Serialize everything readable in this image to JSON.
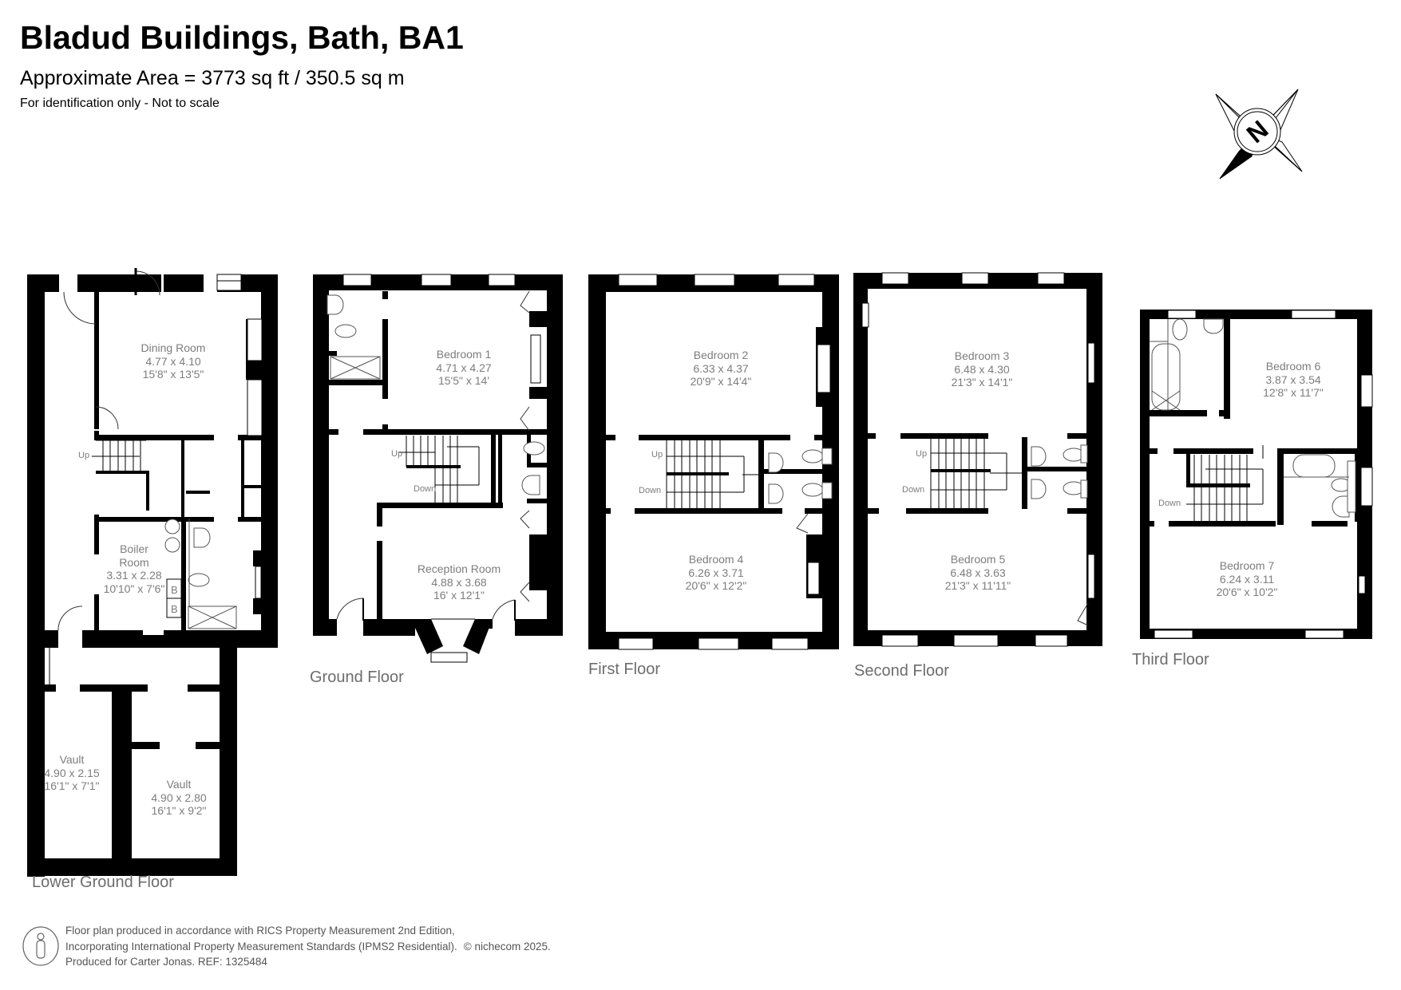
{
  "header": {
    "title": "Bladud Buildings, Bath, BA1",
    "area": "Approximate Area = 3773 sq ft / 350.5 sq m",
    "note": "For identification only - Not to scale"
  },
  "compass": {
    "icon": "north-compass-icon",
    "letter": "N"
  },
  "floors": {
    "lower_ground": {
      "label": "Lower Ground Floor",
      "rooms": [
        {
          "name": "Dining Room",
          "metric": "4.77 x 4.10",
          "imperial": "15'8\" x 13'5\""
        },
        {
          "name": "Boiler",
          "name2": "Room",
          "metric": "3.31 x 2.28",
          "imperial": "10'10\" x 7'6\""
        },
        {
          "name": "Vault",
          "metric": "4.90 x 2.15",
          "imperial": "16'1\" x 7'1\""
        },
        {
          "name": "Vault",
          "metric": "4.90 x 2.80",
          "imperial": "16'1\" x 9'2\""
        }
      ],
      "stairs": {
        "up": "Up"
      },
      "boiler_marks": [
        "B",
        "B"
      ]
    },
    "ground": {
      "label": "Ground Floor",
      "rooms": [
        {
          "name": "Bedroom 1",
          "metric": "4.71 x 4.27",
          "imperial": "15'5\" x 14'"
        },
        {
          "name": "Reception Room",
          "metric": "4.88 x 3.68",
          "imperial": "16' x 12'1\""
        }
      ],
      "stairs": {
        "up": "Up",
        "down": "Down"
      }
    },
    "first": {
      "label": "First Floor",
      "rooms": [
        {
          "name": "Bedroom 2",
          "metric": "6.33 x 4.37",
          "imperial": "20'9\" x 14'4\""
        },
        {
          "name": "Bedroom 4",
          "metric": "6.26 x 3.71",
          "imperial": "20'6\" x 12'2\""
        }
      ],
      "stairs": {
        "up": "Up",
        "down": "Down"
      }
    },
    "second": {
      "label": "Second Floor",
      "rooms": [
        {
          "name": "Bedroom 3",
          "metric": "6.48 x 4.30",
          "imperial": "21'3\" x 14'1\""
        },
        {
          "name": "Bedroom 5",
          "metric": "6.48 x 3.63",
          "imperial": "21'3\" x 11'11\""
        }
      ],
      "stairs": {
        "up": "Up",
        "down": "Down"
      }
    },
    "third": {
      "label": "Third Floor",
      "rooms": [
        {
          "name": "Bedroom 6",
          "metric": "3.87 x 3.54",
          "imperial": "12'8\" x 11'7\""
        },
        {
          "name": "Bedroom 7",
          "metric": "6.24 x 3.11",
          "imperial": "20'6\" x 10'2\""
        }
      ],
      "stairs": {
        "down": "Down"
      }
    }
  },
  "footer": {
    "line1": "Floor plan produced in accordance with RICS Property Measurement 2nd Edition,",
    "line2": "Incorporating International Property Measurement Standards (IPMS2 Residential).",
    "copyright": "© nichecom 2025.",
    "line3": "Produced for Carter Jonas.   REF: 1325484"
  }
}
